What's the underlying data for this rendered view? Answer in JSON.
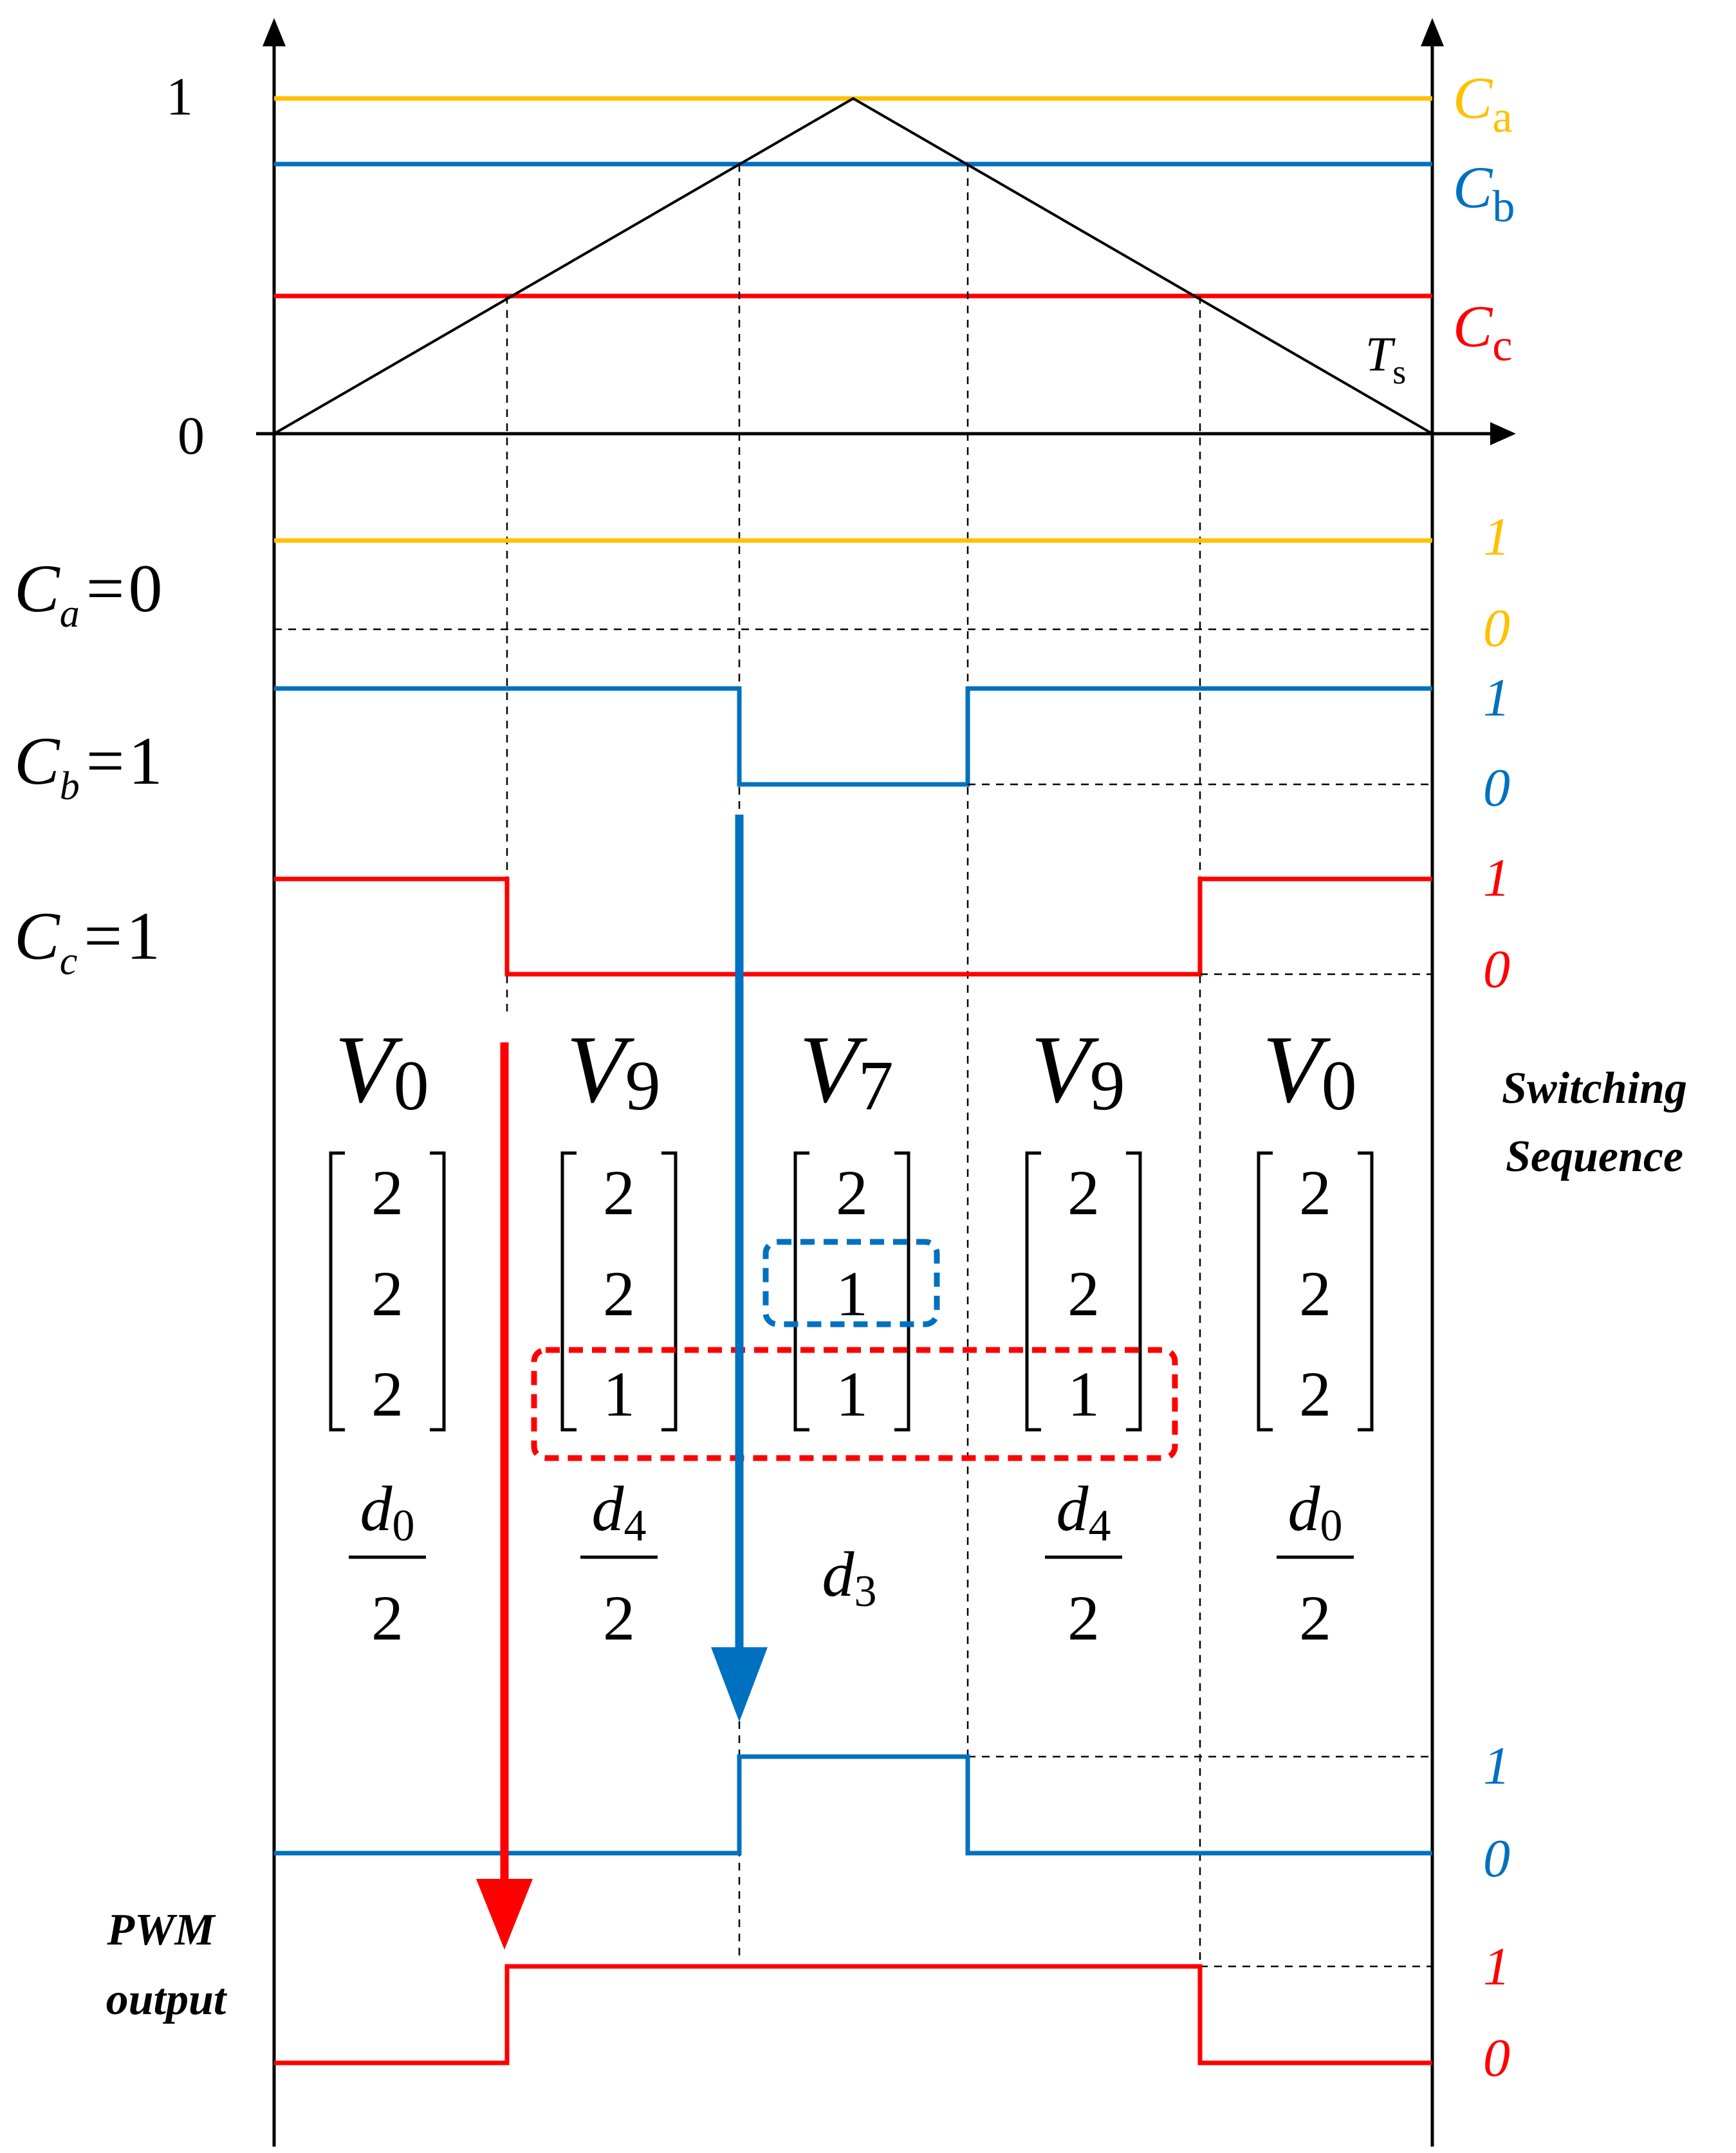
{
  "colors": {
    "phase_a": "#FFC000",
    "phase_b": "#0070C0",
    "phase_c": "#FF0000",
    "axis": "#000000"
  },
  "axis": {
    "y_top_label": "1",
    "y_zero_label": "0",
    "period_symbol": "T",
    "period_subscript": "s"
  },
  "carrier_legend": [
    {
      "symbol": "C",
      "subscript": "a",
      "color": "#FFC000"
    },
    {
      "symbol": "C",
      "subscript": "b",
      "color": "#0070C0"
    },
    {
      "symbol": "C",
      "subscript": "c",
      "color": "#FF0000"
    }
  ],
  "comparisons": [
    {
      "symbol": "C",
      "subscript": "a",
      "eq": "=",
      "value": "0"
    },
    {
      "symbol": "C",
      "subscript": "b",
      "eq": "=",
      "value": "1"
    },
    {
      "symbol": "C",
      "subscript": "c",
      "eq": "=",
      "value": "1"
    }
  ],
  "level_labels": {
    "a": [
      "1",
      "0"
    ],
    "b": [
      "1",
      "0"
    ],
    "c": [
      "1",
      "0"
    ],
    "pwm_b": [
      "1",
      "0"
    ],
    "pwm_c": [
      "1",
      "0"
    ]
  },
  "switching_sequence_label": [
    "Switching",
    "Sequence"
  ],
  "pwm_output_label": [
    "PWM",
    "output"
  ],
  "vectors": [
    {
      "name": "V",
      "sub": "0",
      "column": [
        "2",
        "2",
        "2"
      ],
      "dwell_num": "d",
      "dwell_sub": "0",
      "dwell_den": "2"
    },
    {
      "name": "V",
      "sub": "9",
      "column": [
        "2",
        "2",
        "1"
      ],
      "dwell_num": "d",
      "dwell_sub": "4",
      "dwell_den": "2"
    },
    {
      "name": "V",
      "sub": "7",
      "column": [
        "2",
        "1",
        "1"
      ],
      "dwell_num": "d",
      "dwell_sub": "3",
      "dwell_den": ""
    },
    {
      "name": "V",
      "sub": "9",
      "column": [
        "2",
        "2",
        "1"
      ],
      "dwell_num": "d",
      "dwell_sub": "4",
      "dwell_den": "2"
    },
    {
      "name": "V",
      "sub": "0",
      "column": [
        "2",
        "2",
        "2"
      ],
      "dwell_num": "d",
      "dwell_sub": "0",
      "dwell_den": "2"
    }
  ]
}
